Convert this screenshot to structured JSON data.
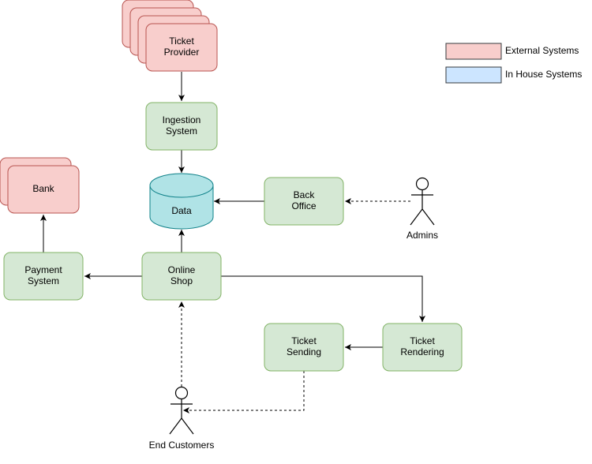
{
  "nodes": {
    "ticket_provider": [
      "Ticket",
      "Provider"
    ],
    "ingestion_system": [
      "Ingestion",
      "System"
    ],
    "data": "Data",
    "back_office": [
      "Back",
      "Office"
    ],
    "bank": "Bank",
    "payment_system": [
      "Payment",
      "System"
    ],
    "online_shop": [
      "Online",
      "Shop"
    ],
    "ticket_sending": [
      "Ticket",
      "Sending"
    ],
    "ticket_rendering": [
      "Ticket",
      "Rendering"
    ]
  },
  "actors": {
    "admins": "Admins",
    "end_customers": "End Customers"
  },
  "legend": {
    "external": "External Systems",
    "in_house": "In House Systems"
  },
  "colors": {
    "external_fill": "#f8cecc",
    "external_stroke": "#b85450",
    "internal_fill": "#d5e8d4",
    "internal_stroke": "#82b366",
    "datastore_fill": "#b0e3e6",
    "datastore_stroke": "#0e8088",
    "legend_inhouse_fill": "#dae8fc",
    "legend_inhouse_stroke": "#6c8ebf"
  }
}
